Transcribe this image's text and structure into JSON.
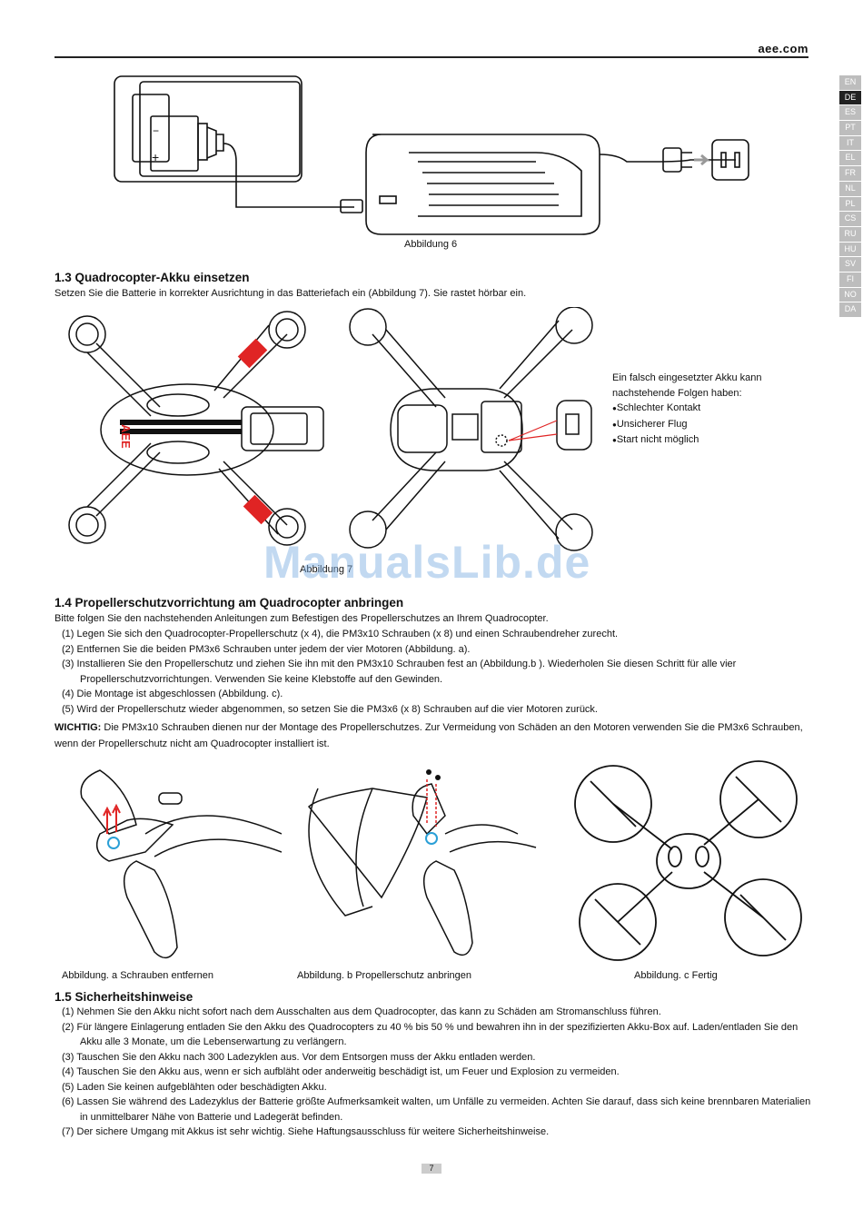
{
  "header": {
    "brand": "aee.com"
  },
  "languages": [
    "EN",
    "DE",
    "ES",
    "PT",
    "IT",
    "EL",
    "FR",
    "NL",
    "PL",
    "CS",
    "RU",
    "HU",
    "SV",
    "FI",
    "NO",
    "DA"
  ],
  "active_language": "DE",
  "figure6": {
    "caption": "Abbildung 6",
    "minus": "−",
    "plus": "+"
  },
  "section13": {
    "title": "1.3  Quadrocopter-Akku einsetzen",
    "text": "Setzen Sie die Batterie in korrekter Ausrichtung in das Batteriefach ein (Abbildung 7). Sie rastet hörbar ein.",
    "figure_caption": "Abbildung 7",
    "drone_logo": "AEE",
    "side_intro": "Ein falsch eingesetzter Akku kann nachstehende Folgen haben:",
    "side_items": [
      "Schlechter Kontakt",
      "Unsicherer Flug",
      "Start nicht möglich"
    ]
  },
  "watermark": "ManualsLib.de",
  "section14": {
    "title": "1.4  Propellerschutzvorrichtung am Quadrocopter anbringen",
    "intro": "Bitte folgen Sie den nachstehenden Anleitungen zum Befestigen des Propellerschutzes an Ihrem Quadrocopter.",
    "items": [
      "(1) Legen Sie sich den Quadrocopter-Propellerschutz (x 4), die PM3x10 Schrauben (x 8) und einen Schraubendreher zurecht.",
      "(2) Entfernen Sie die beiden PM3x6 Schrauben unter jedem der vier Motoren (Abbildung. a).",
      "(3) Installieren Sie den Propellerschutz und ziehen Sie ihn mit den PM3x10 Schrauben fest an (Abbildung.b ). Wiederholen Sie diesen Schritt für alle vier Propellerschutzvorrichtungen. Verwenden Sie keine Klebstoffe auf den Gewinden.",
      "(4) Die Montage ist abgeschlossen (Abbildung. c).",
      "(5) Wird der Propellerschutz wieder abgenommen, so setzen Sie die PM3x6 (x 8) Schrauben auf die vier Motoren zurück."
    ],
    "warning_label": "WICHTIG:",
    "warning_text": " Die PM3x10 Schrauben dienen nur der Montage des Propellerschutzes. Zur Vermeidung von Schäden an den Motoren verwenden Sie die PM3x6 Schrauben, wenn der Propellerschutz nicht am Quadrocopter installiert ist.",
    "caption_a": "Abbildung. a  Schrauben entfernen",
    "caption_b": "Abbildung. b  Propellerschutz anbringen",
    "caption_c": "Abbildung. c   Fertig"
  },
  "section15": {
    "title": "1.5  Sicherheitshinweise",
    "items": [
      "(1) Nehmen Sie den Akku nicht sofort nach dem Ausschalten aus dem Quadrocopter, das kann zu Schäden am Stromanschluss führen.",
      "(2) Für längere Einlagerung entladen Sie den Akku des Quadrocopters zu 40 % bis 50 % und bewahren ihn in der spezifizierten Akku-Box auf. Laden/entladen Sie den Akku alle 3 Monate, um die Lebenserwartung zu verlängern.",
      "(3) Tauschen Sie den Akku nach 300 Ladezyklen aus. Vor dem Entsorgen muss der Akku entladen werden.",
      "(4) Tauschen Sie den Akku aus, wenn er sich aufbläht oder anderweitig beschädigt ist, um Feuer und Explosion zu vermeiden.",
      "(5) Laden Sie keinen aufgeblähten oder beschädigten Akku.",
      "(6) Lassen Sie während des Ladezyklus der Batterie größte Aufmerksamkeit walten, um Unfälle zu vermeiden. Achten Sie darauf, dass sich keine brennbaren Materialien in unmittelbarer Nähe von Batterie und Ladegerät befinden.",
      "(7) Der sichere Umgang mit Akkus ist sehr wichtig. Siehe Haftungsausschluss für weitere Sicherheitshinweise."
    ]
  },
  "footer": {
    "page_number": "7"
  }
}
